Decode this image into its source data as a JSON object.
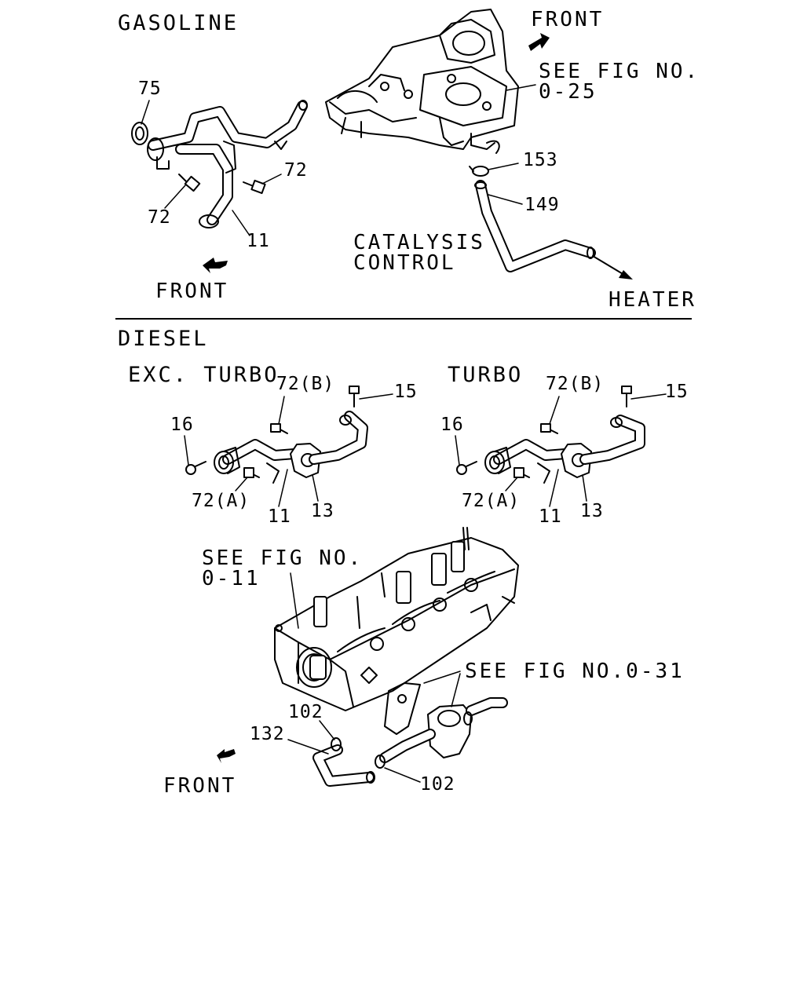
{
  "sections": {
    "gasoline": "GASOLINE",
    "diesel": "DIESEL",
    "exc_turbo": "EXC. TURBO",
    "turbo": "TURBO"
  },
  "gasoline": {
    "front_top": "FRONT",
    "front_left": "FRONT",
    "see_fig_line1": "SEE FIG NO.",
    "see_fig_line2": "0-25",
    "catalysis_line1": "CATALYSIS",
    "catalysis_line2": "CONTROL",
    "heater": "HEATER",
    "part_75": "75",
    "part_72_right": "72",
    "part_72_left": "72",
    "part_11": "11",
    "part_153": "153",
    "part_149": "149"
  },
  "diesel_exc_turbo": {
    "part_72b": "72(B)",
    "part_15": "15",
    "part_16": "16",
    "part_72a": "72(A)",
    "part_11": "11",
    "part_13": "13"
  },
  "diesel_turbo": {
    "part_72b": "72(B)",
    "part_15": "15",
    "part_16": "16",
    "part_72a": "72(A)",
    "part_11": "11",
    "part_13": "13"
  },
  "diesel_head": {
    "see_fig_line1": "SEE FIG NO.",
    "see_fig_line2": "0-11",
    "see_fig_031": "SEE FIG NO.0-31",
    "part_102_top": "102",
    "part_132": "132",
    "part_102_bottom": "102",
    "front": "FRONT"
  }
}
